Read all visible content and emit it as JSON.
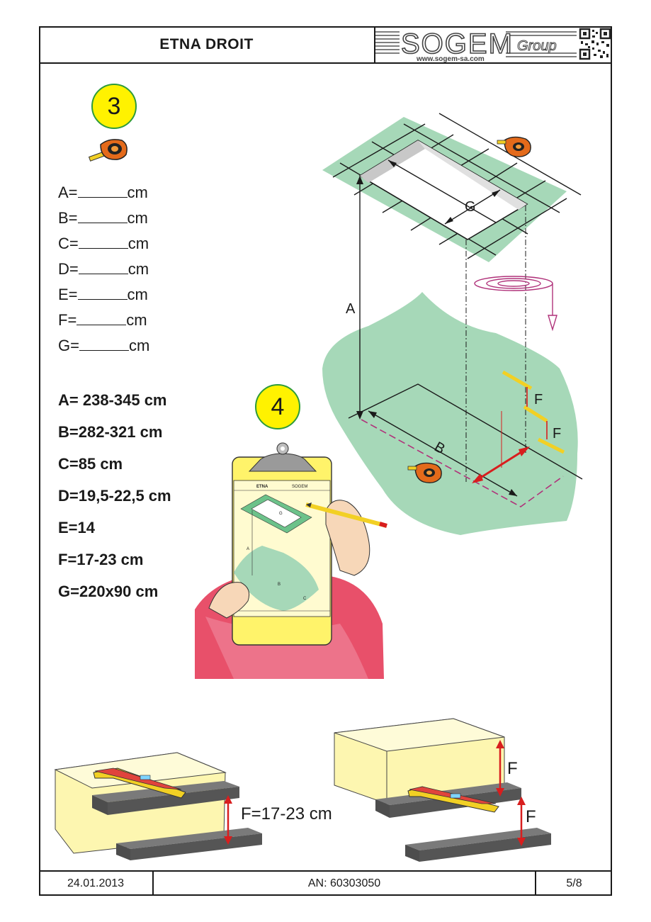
{
  "header": {
    "title": "ETNA DROIT",
    "logo_text": "SOGEM",
    "logo_suffix": "Group",
    "logo_url": "www.sogem-sa.com"
  },
  "steps": {
    "three": "3",
    "four": "4"
  },
  "measure_blanks": [
    {
      "label": "A=",
      "unit": "cm"
    },
    {
      "label": "B=",
      "unit": "cm"
    },
    {
      "label": "C=",
      "unit": "cm"
    },
    {
      "label": "D=",
      "unit": "cm"
    },
    {
      "label": "E=",
      "unit": "cm"
    },
    {
      "label": "F=",
      "unit": "cm"
    },
    {
      "label": "G=",
      "unit": "cm"
    }
  ],
  "results": [
    "A= 238-345 cm",
    "B=282-321 cm",
    "C=85 cm",
    "D=19,5-22,5 cm",
    "E=14",
    "F=17-23 cm",
    "G=220x90 cm"
  ],
  "diagram_labels": {
    "a": "A",
    "b": "B",
    "f1": "F",
    "f2": "F",
    "g": "G"
  },
  "bottom_labels": {
    "left_f": "F=17-23 cm",
    "right_f1": "F",
    "right_f2": "F"
  },
  "clipboard": {
    "sheet_title": "ETNA",
    "sheet_logo": "SOGEM",
    "mini_a": "A",
    "mini_b": "B",
    "mini_c": "C",
    "mini_g": "G"
  },
  "footer": {
    "date": "24.01.2013",
    "an": "AN: 60303050",
    "page": "5/8"
  },
  "colors": {
    "green": "#a6d8b8",
    "yellow": "#fff200",
    "step_border": "#2e9b3a",
    "magenta": "#b0327a",
    "red": "#d81e1e",
    "cream": "#fdf6b0",
    "pink": "#e8506a",
    "dark_gray": "#555555"
  }
}
